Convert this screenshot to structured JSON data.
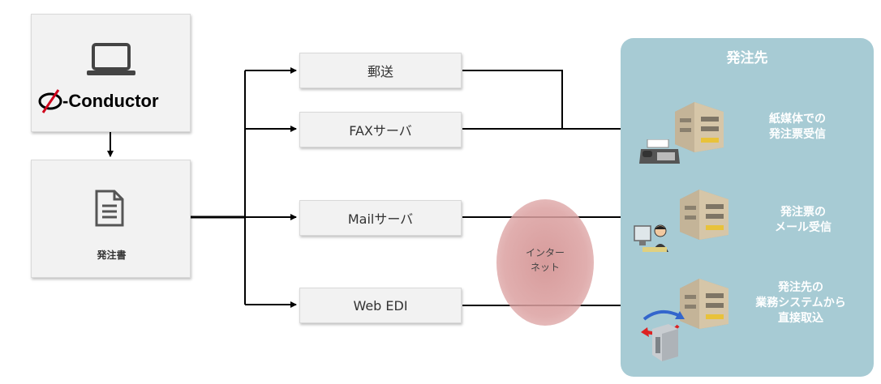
{
  "source": {
    "product_name": "-Conductor",
    "document_label": "発注書"
  },
  "channels": [
    {
      "label": "郵送"
    },
    {
      "label": "FAXサーバ"
    },
    {
      "label": "Mailサーバ"
    },
    {
      "label": "Web EDI"
    }
  ],
  "internet": {
    "line1": "インター",
    "line2": "ネット"
  },
  "destination": {
    "title": "発注先",
    "receivers": [
      {
        "line1": "紙媒体での",
        "line2": "発注票受信"
      },
      {
        "line1": "発注票の",
        "line2": "メール受信"
      },
      {
        "line1": "発注先の",
        "line2": "業務システムから",
        "line3": "直接取込"
      }
    ]
  },
  "colors": {
    "panel": "#a7cbd4",
    "box": "#f2f2f2",
    "arrow": "#000000",
    "internet": "#d99a9a",
    "logo_slash": "#d0021b"
  }
}
